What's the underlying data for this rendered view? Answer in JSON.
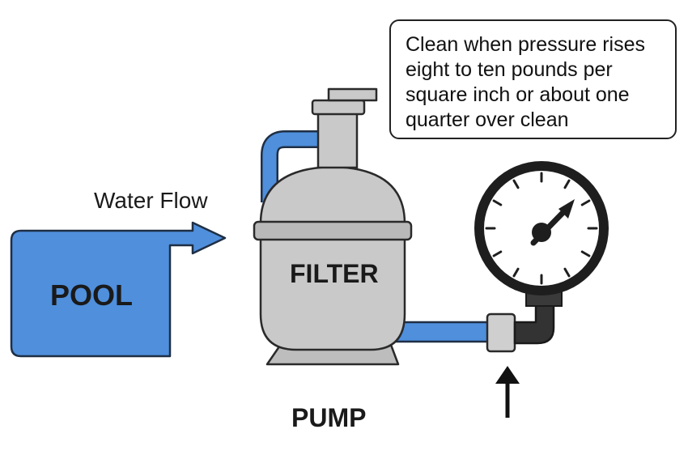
{
  "callout": {
    "lines": [
      "Clean when pressure rises",
      "eight to ten pounds per",
      "square inch or about one",
      "quarter over clean"
    ]
  },
  "labels": {
    "water_flow": "Water Flow",
    "pool": "POOL",
    "filter": "FILTER",
    "pump": "PUMP"
  },
  "colors": {
    "water_blue": "#4f8fdc",
    "filter_gray": "#c9c9c9",
    "outline": "#2a2a2a",
    "fitting_dark": "#333333"
  },
  "icons": {
    "gauge": "pressure-gauge-icon",
    "arrow": "arrow-up-icon"
  }
}
